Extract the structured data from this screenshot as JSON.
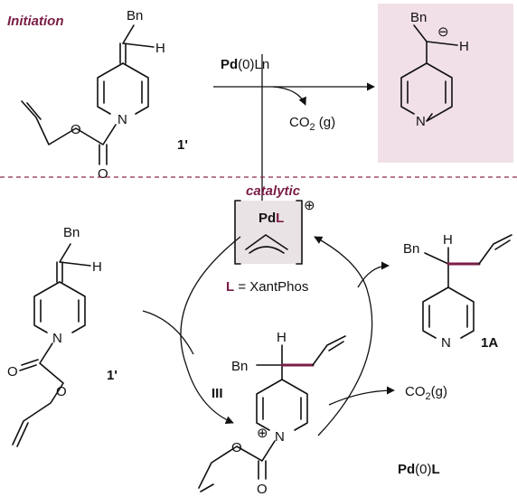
{
  "colors": {
    "accent": "#7a1e46",
    "carbanion_box": "#f1e0e8",
    "catalyst_box": "#eae3e6",
    "divider": "#8c2a52"
  },
  "header": {
    "initiation": "Initiation"
  },
  "reagent": {
    "pd": "Pd",
    "ox": "(0)",
    "ln": "Ln"
  },
  "byproducts": {
    "co2_gas_1": "CO",
    "co2_sub": "2",
    "co2_gas_1_tail": " (g)",
    "co2_gas_2": "CO",
    "co2_gas_2_tail": "(g)"
  },
  "labels": {
    "bn": "Bn",
    "h": "H",
    "n": "N",
    "o": "O",
    "cmpd_1prime": "1'",
    "cmpd_1A": "1A",
    "roman_III": "III",
    "catalytic": "catalytic",
    "pd_L_pd": "Pd",
    "pd_L_l": "L",
    "ligand_L": "L",
    "ligand_eq": " = XantPhos",
    "pd0L_pd": "Pd",
    "pd0L_ox": "(0)",
    "pd0L_l": "L",
    "charge_plus": "⊕",
    "charge_minus": "⊖"
  }
}
